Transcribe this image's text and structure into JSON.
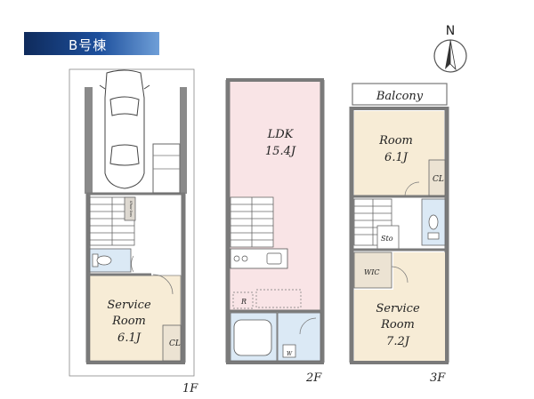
{
  "title": "B号棟",
  "compass": "N",
  "floors": {
    "f1": {
      "label": "1F",
      "room_line1": "Service",
      "room_line2": "Room",
      "room_line3": "6.1J",
      "closet": "CL",
      "shoe": "Shoe box"
    },
    "f2": {
      "label": "2F",
      "room_line1": "LDK",
      "room_line2": "15.4J",
      "fridge": "R",
      "washer": "W"
    },
    "f3": {
      "label": "3F",
      "balcony": "Balcony",
      "room1_line1": "Room",
      "room1_line2": "6.1J",
      "closet": "CL",
      "storage": "Sto",
      "wic": "WIC",
      "room2_line1": "Service",
      "room2_line2": "Room",
      "room2_line3": "7.2J"
    }
  },
  "colors": {
    "ldk": "#f9e4e6",
    "room": "#f7ecd6",
    "wet": "#dbe9f5",
    "wall": "#7a7a7a"
  }
}
